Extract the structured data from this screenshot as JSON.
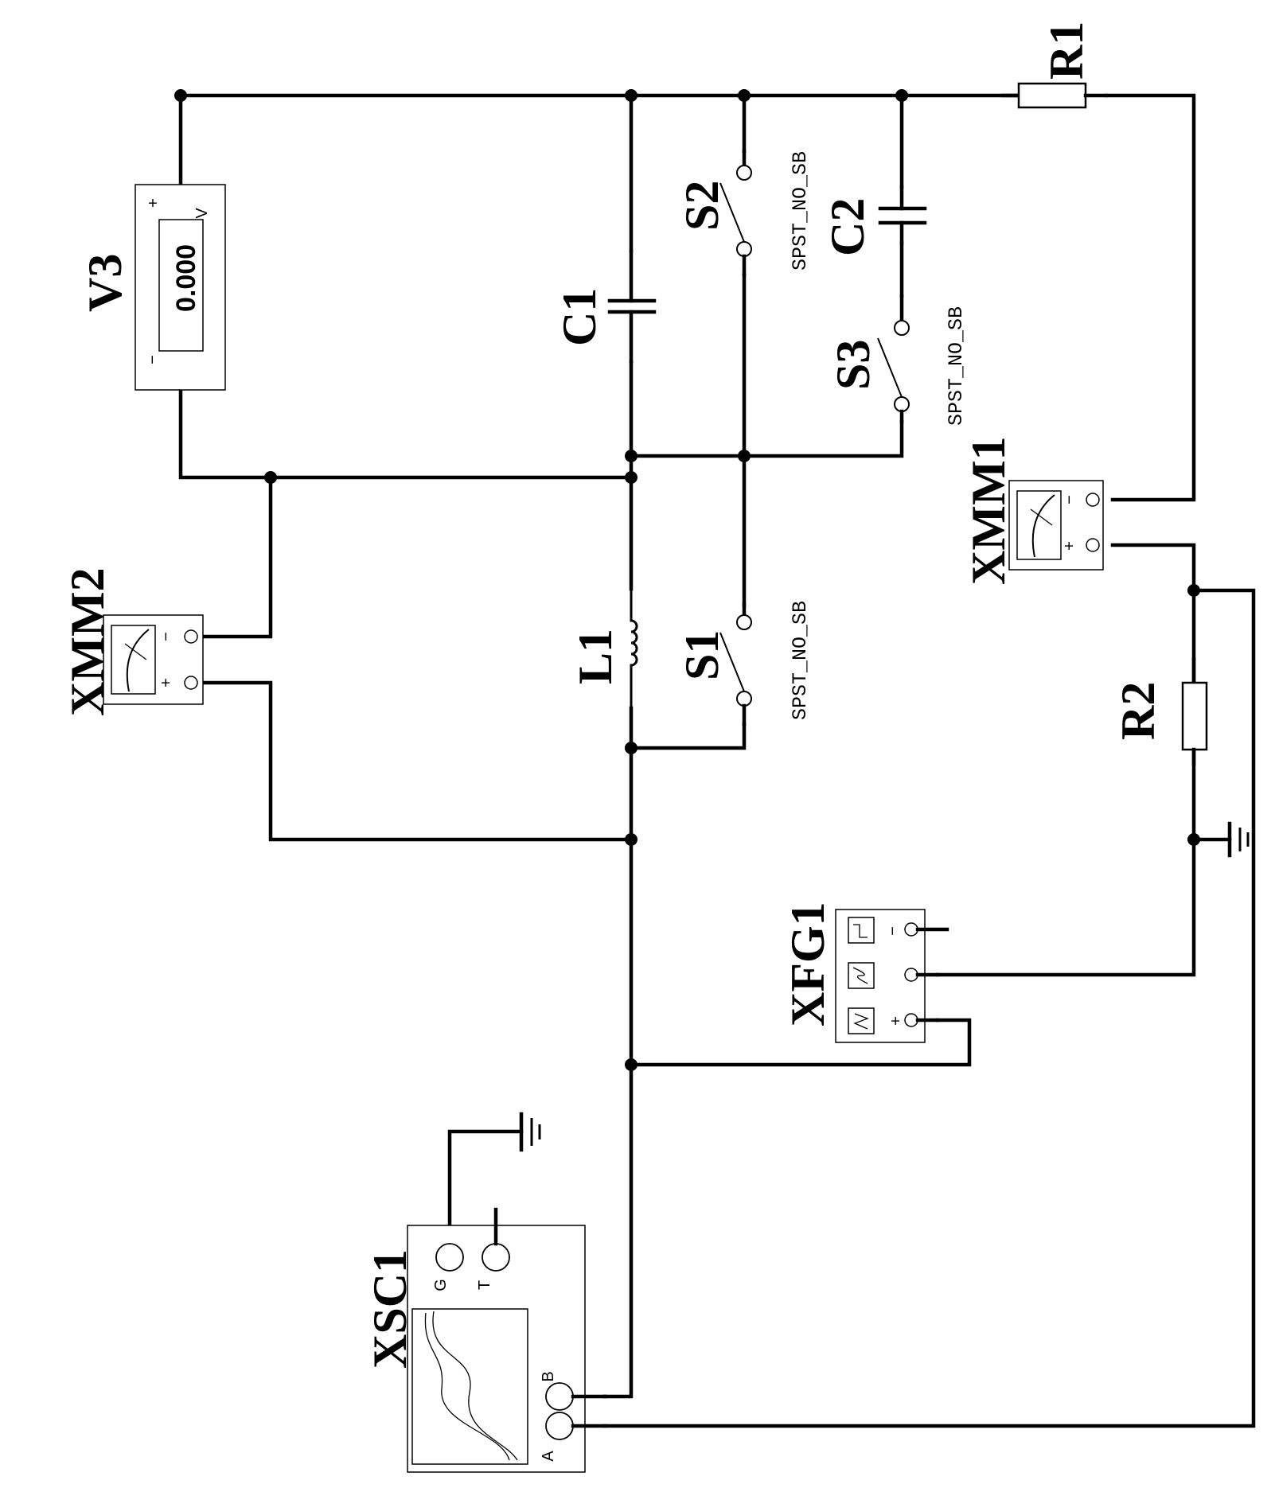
{
  "components": {
    "v3": {
      "ref": "V3",
      "reading": "0.000",
      "unit": "V",
      "plus": "+",
      "minus": "−"
    },
    "c1": {
      "ref": "C1"
    },
    "c2": {
      "ref": "C2"
    },
    "l1": {
      "ref": "L1"
    },
    "r1": {
      "ref": "R1"
    },
    "r2": {
      "ref": "R2"
    },
    "s1": {
      "ref": "S1",
      "model": "SPST_NO_SB"
    },
    "s2": {
      "ref": "S2",
      "model": "SPST_NO_SB"
    },
    "s3": {
      "ref": "S3",
      "model": "SPST_NO_SB"
    },
    "xmm1": {
      "ref": "XMM1",
      "plus": "+",
      "minus": "−"
    },
    "xmm2": {
      "ref": "XMM2",
      "plus": "+",
      "minus": "−"
    },
    "xfg1": {
      "ref": "XFG1",
      "plus": "+",
      "minus": "−"
    },
    "xsc1": {
      "ref": "XSC1",
      "pin_a": "A",
      "pin_b": "B",
      "pin_g": "G",
      "pin_t": "T"
    }
  }
}
